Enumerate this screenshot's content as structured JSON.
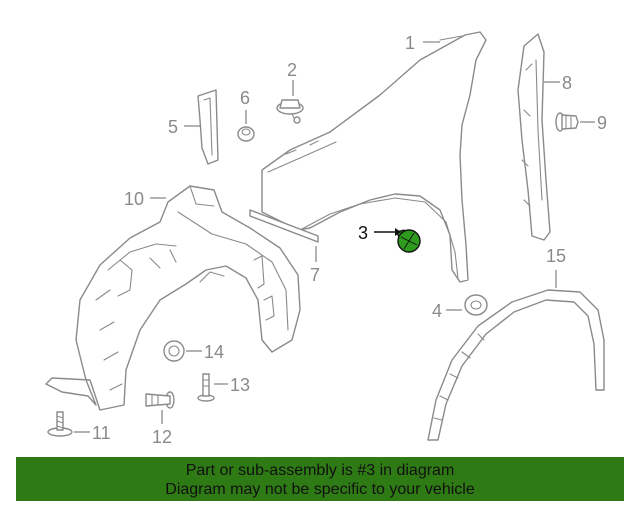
{
  "callouts": {
    "c1": "1",
    "c2": "2",
    "c3": "3",
    "c4": "4",
    "c5": "5",
    "c6": "6",
    "c7": "7",
    "c8": "8",
    "c9": "9",
    "c10": "10",
    "c11": "11",
    "c12": "12",
    "c13": "13",
    "c14": "14",
    "c15": "15"
  },
  "highlight_part": "3",
  "colors": {
    "banner": "#2e7a14",
    "highlight_part": "#2e9a1e",
    "line_art": "#8a8a8a"
  },
  "banner": {
    "line1": "Part or sub-assembly is #3 in diagram",
    "line2": "Diagram may not be specific to your vehicle"
  }
}
